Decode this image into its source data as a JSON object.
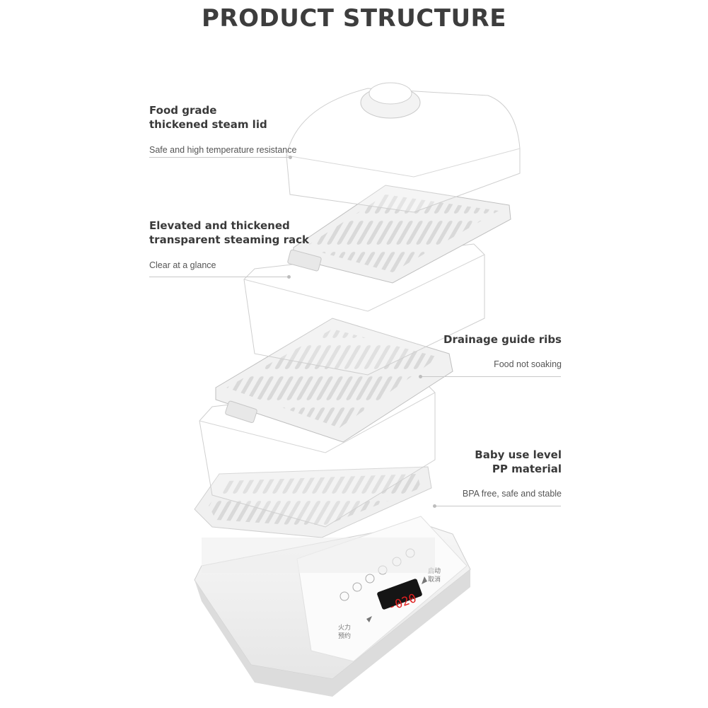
{
  "title": "PRODUCT STRUCTURE",
  "callouts": [
    {
      "heading_line1": "Food grade",
      "heading_line2": "thickened steam lid",
      "sub": "Safe and high temperature resistance"
    },
    {
      "heading_line1": "Elevated and thickened",
      "heading_line2": "transparent steaming rack",
      "sub": "Clear at a glance"
    },
    {
      "heading_line1": "Drainage guide ribs",
      "sub": "Food not soaking"
    },
    {
      "heading_line1": "Baby use level",
      "heading_line2": "PP material",
      "sub": "BPA free, safe and stable"
    }
  ],
  "display": {
    "readout": "-020",
    "left_label_1": "火力",
    "left_label_2": "预约",
    "right_label_1": "启动",
    "right_label_2": "取消"
  },
  "colors": {
    "text": "#3a3a3a",
    "display_digits": "#e02020",
    "accent_lines": "#c8c8c8"
  }
}
